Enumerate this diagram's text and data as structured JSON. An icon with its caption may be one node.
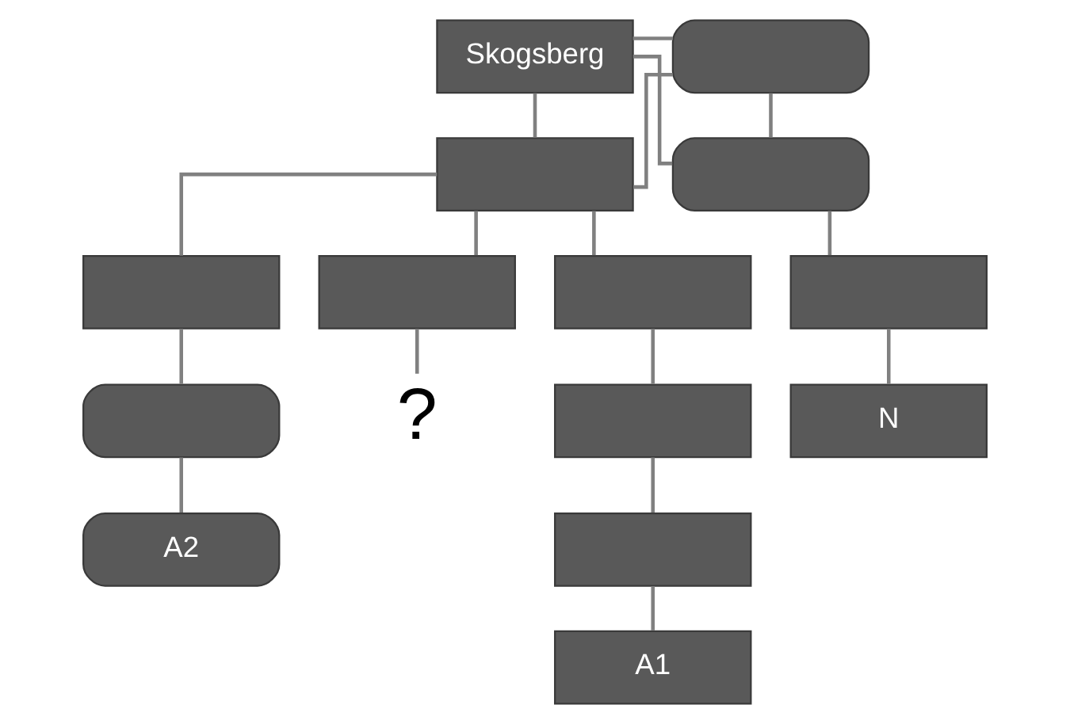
{
  "diagram": {
    "nodes": [
      {
        "text": [
          "Skogsberg"
        ]
      },
      {
        "text": [],
        "shape": "box"
      },
      {
        "text": [],
        "shape": "box"
      },
      {
        "text": [],
        "shape": "box"
      },
      {
        "text": [],
        "shape": "box"
      },
      {
        "text": [],
        "shape": "box"
      },
      {
        "text": [],
        "shape": "box"
      },
      {
        "text": [],
        "shape": "box"
      },
      {
        "text": [
          "A2"
        ]
      },
      {
        "text": [
          "?"
        ]
      },
      {
        "text": [],
        "shape": "box"
      },
      {
        "text": [],
        "shape": "box"
      },
      {
        "text": [
          "A1"
        ]
      },
      {
        "text": [],
        "shape": "box"
      },
      {
        "text": [
          "N"
        ]
      }
    ],
    "edges": [
      {
        "from": 0,
        "to": 1,
        "arrow": "none"
      },
      {
        "from": 0,
        "to": 2,
        "arrow": "none"
      },
      {
        "from": 1,
        "to": 2,
        "arrow": "none"
      },
      {
        "from": 0,
        "to": 3,
        "arrow": "none"
      },
      {
        "from": 1,
        "to": 3,
        "arrow": "none"
      },
      {
        "from": 2,
        "to": 4,
        "arrow": "none"
      },
      {
        "from": 2,
        "to": 5,
        "arrow": "none"
      },
      {
        "from": 2,
        "to": 6,
        "arrow": "none"
      },
      {
        "from": 4,
        "to": 7,
        "arrow": "none"
      },
      {
        "from": 7,
        "to": 8,
        "arrow": "none"
      },
      {
        "from": 5,
        "to": 9,
        "arrow": "none"
      },
      {
        "from": 6,
        "to": 10,
        "arrow": "none"
      },
      {
        "from": 10,
        "to": 11,
        "arrow": "none"
      },
      {
        "from": 11,
        "to": 12,
        "arrow": "none"
      },
      {
        "from": 3,
        "to": 13,
        "arrow": "none"
      },
      {
        "from": 13,
        "to": 14,
        "arrow": "none"
      }
    ]
  }
}
